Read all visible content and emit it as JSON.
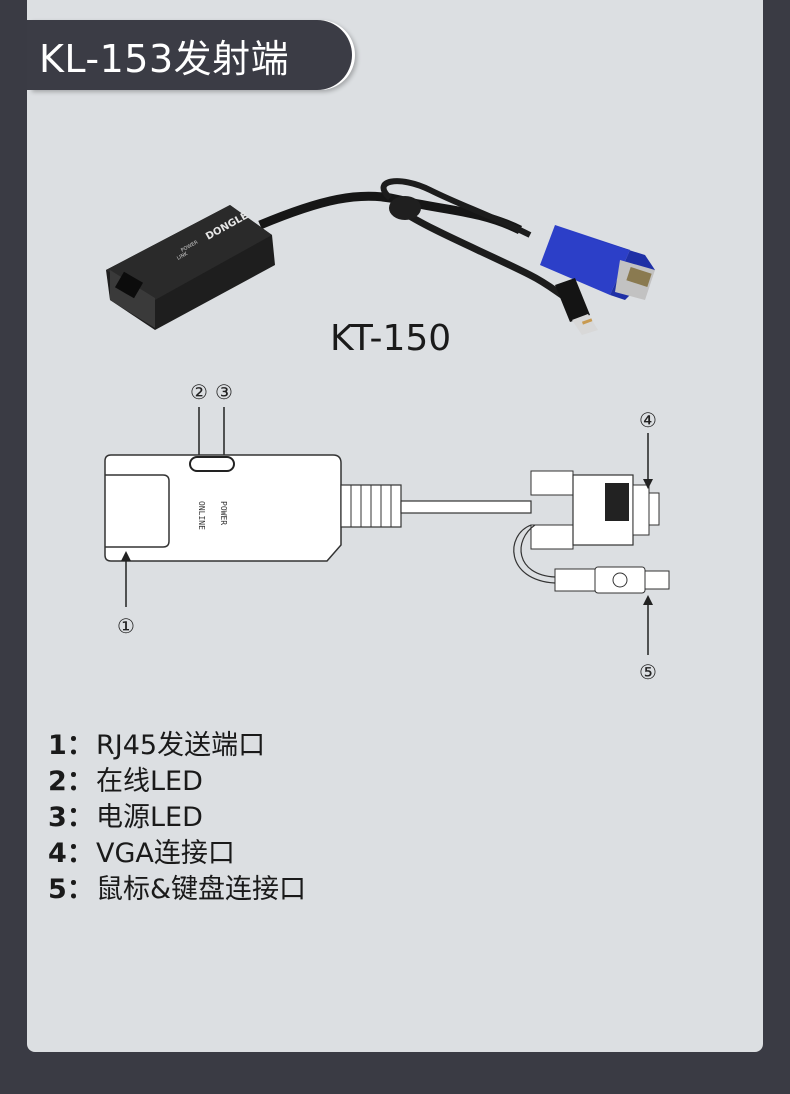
{
  "header": {
    "title": "KL-153发射端"
  },
  "product": {
    "model": "KT-150",
    "dongle_text": "DONGLE",
    "power_tiny": "POWER",
    "link_tiny": "LINK"
  },
  "diagram": {
    "callout_1": "①",
    "callout_2": "②",
    "callout_3": "③",
    "callout_4": "④",
    "callout_5": "⑤",
    "led_label_online": "ONLINE",
    "led_label_power": "POWER"
  },
  "legend": [
    {
      "num": "1：",
      "text": "RJ45发送端口"
    },
    {
      "num": "2：",
      "text": "在线LED"
    },
    {
      "num": "3：",
      "text": "电源LED"
    },
    {
      "num": "4：",
      "text": "VGA连接口"
    },
    {
      "num": "5：",
      "text": "鼠标&键盘连接口"
    }
  ],
  "colors": {
    "background": "#3a3b44",
    "panel": "#dcdfe2",
    "vga_blue": "#2c3fc8"
  }
}
